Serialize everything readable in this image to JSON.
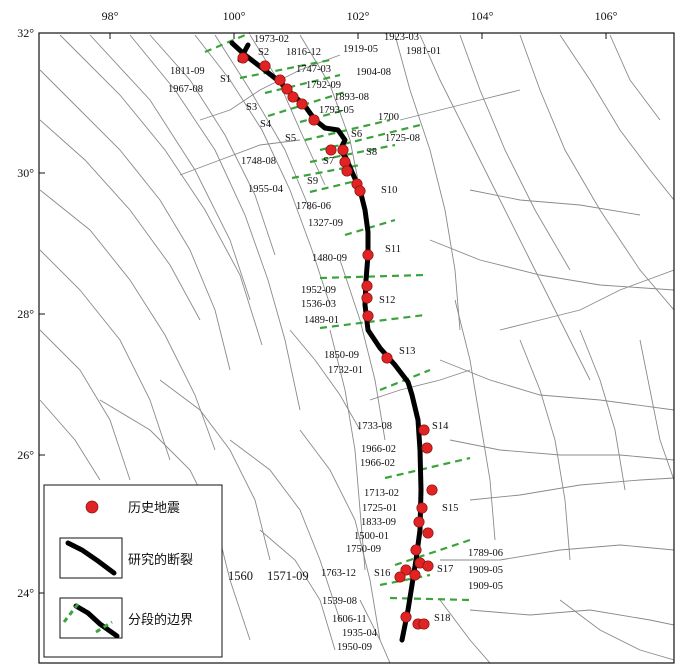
{
  "axes": {
    "x_ticks": [
      "98°",
      "100°",
      "102°",
      "104°",
      "106°"
    ],
    "y_ticks": [
      "32°",
      "30°",
      "28°",
      "26°",
      "24°"
    ]
  },
  "colors": {
    "earthquake": "#e02424",
    "fault_study": "#000000",
    "segment_boundary": "#3ca33c",
    "regional_fault": "#8a8a8a"
  },
  "legend": {
    "items": [
      {
        "label": "历史地震",
        "icon": "red-circle-icon"
      },
      {
        "label": "研究的断裂",
        "icon": "black-fault-line-icon"
      },
      {
        "label": "分段的边界",
        "icon": "green-dashed-boundary-icon"
      }
    ]
  },
  "segments": [
    "S1",
    "S2",
    "S3",
    "S4",
    "S5",
    "S6",
    "S7",
    "S8",
    "S9",
    "S10",
    "S11",
    "S12",
    "S13",
    "S14",
    "S15",
    "S16",
    "S17",
    "S18"
  ],
  "earthquake_labels": [
    "1973-02",
    "1816-12",
    "1919-05",
    "1923-03",
    "1981-01",
    "1811-09",
    "1967-08",
    "1747-03",
    "1904-08",
    "1792-09",
    "1893-08",
    "1793-05",
    "1700",
    "1725-08",
    "1748-08",
    "1955-04",
    "1786-06",
    "1327-09",
    "1480-09",
    "1952-09",
    "1536-03",
    "1489-01",
    "1850-09",
    "1732-01",
    "1733-08",
    "1966-02",
    "1966-02",
    "1713-02",
    "1725-01",
    "1833-09",
    "1500-01",
    "1750-09",
    "1789-06",
    "1909-05",
    "1909-05",
    "1763-12",
    "1539-08",
    "1606-11",
    "1935-04",
    "1950-09",
    "1560",
    "1571-09"
  ]
}
